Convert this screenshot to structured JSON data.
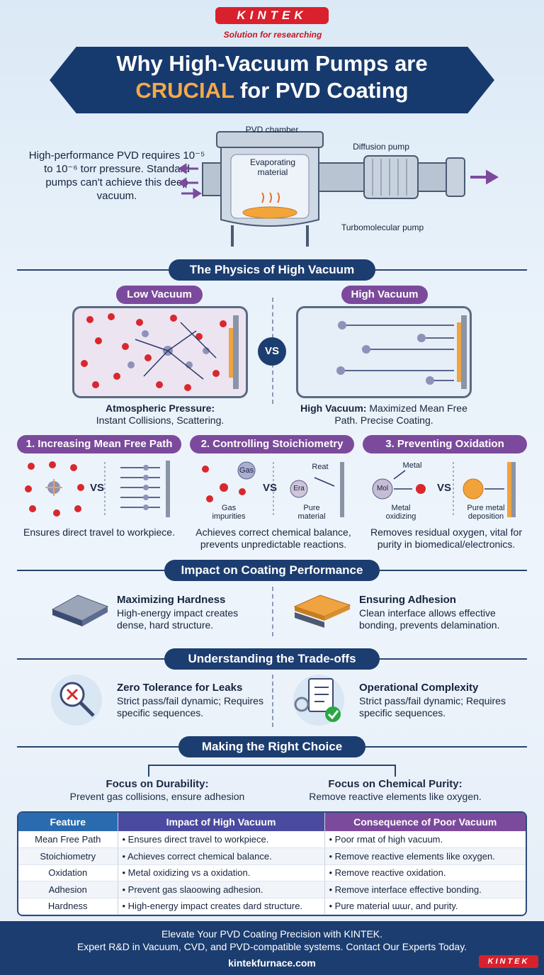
{
  "brand": {
    "logo": "KINTEK",
    "tagline": "Solution for researching"
  },
  "title": {
    "line1": "Why High-Vacuum Pumps are",
    "accent": "CRUCIAL",
    "line2_rest": " for PVD Coating"
  },
  "intro": {
    "text": "High-performance PVD requires 10⁻⁵ to 10⁻⁶ torr pressure. Standard pumps can't achieve this deep vacuum.",
    "chamber_label": "PVD chamber",
    "material_label": "Evaporating material",
    "diffusion_label": "Diffusion pump",
    "turbo_label": "Turbomolecular pump"
  },
  "physics": {
    "header": "The Physics of High Vacuum",
    "low": {
      "label": "Low Vacuum",
      "caption_bold": "Atmospheric Pressure:",
      "caption": "Instant Collisions, Scattering."
    },
    "high": {
      "label": "High Vacuum",
      "caption_bold": "High Vacuum:",
      "caption": "Maximized Mean Free Path. Precise Coating."
    },
    "vs": "VS"
  },
  "effects": [
    {
      "label": "1. Increasing Mean Free Path",
      "caption": "Ensures direct travel to workpiece.",
      "vs": "VS"
    },
    {
      "label": "2. Controlling Stoichiometry",
      "caption": "Achieves correct chemical balance, prevents unpredictable reactions.",
      "vs": "VS",
      "gas": "Gas",
      "gas_impurities": "Gas impurities",
      "reat": "Reat",
      "era": "Era",
      "pure": "Pure material"
    },
    {
      "label": "3. Preventing Oxidation",
      "caption": "Removes residual oxygen, vital for purity in biomedical/electronics.",
      "vs": "VS",
      "metal": "Metal",
      "mol": "Mol",
      "oxidizing": "Metal oxidizing",
      "deposition": "Pure metal deposition"
    }
  ],
  "impact": {
    "header": "Impact on Coating Performance",
    "items": [
      {
        "title": "Maximizing Hardness",
        "desc": "High-energy impact creates dense, hard structure."
      },
      {
        "title": "Ensuring Adhesion",
        "desc": "Clean interface allows effective bonding, prevents delamination."
      }
    ]
  },
  "tradeoffs": {
    "header": "Understanding the Trade-offs",
    "items": [
      {
        "title": "Zero Tolerance for Leaks",
        "desc": "Strict pass/fail dynamic; Requires specific sequences."
      },
      {
        "title": "Operational Complexity",
        "desc": "Strict pass/fail dynamic; Requires specific sequences."
      }
    ]
  },
  "choice": {
    "header": "Making the Right Choice",
    "left": {
      "title": "Focus on Durability:",
      "desc": "Prevent gas collisions, ensure adhesion"
    },
    "right": {
      "title": "Focus on Chemical Purity:",
      "desc": "Remove reactive elements like oxygen."
    }
  },
  "table": {
    "headers": [
      "Feature",
      "Impact of High Vacuum",
      "Consequence of Poor Vacuum"
    ],
    "rows": [
      [
        "Mean Free Path",
        "• Ensures direct travel to workpiece.",
        "• Poor rmat of high vacuum."
      ],
      [
        "Stoichiometry",
        "• Achieves correct chemical balance.",
        "• Remove reactive elements like oxygen."
      ],
      [
        "Oxidation",
        "• Metal oxidizing vs a oxidation.",
        "• Remove reactive oxidation."
      ],
      [
        "Adhesion",
        "• Prevent gas slaoowing adhesion.",
        "• Remove interface effective bonding."
      ],
      [
        "Hardness",
        "• High-energy impact creates dard structure.",
        "• Pure material ɯɯɾ, and purity."
      ]
    ]
  },
  "footer": {
    "line1": "Elevate Your PVD Coating Precision with KINTEK.",
    "line2": "Expert R&D in Vacuum, CVD, and PVD-compatible systems. Contact Our Experts Today.",
    "url": "kintekfurnace.com",
    "logo": "KINTEK"
  },
  "colors": {
    "navy": "#1c3d70",
    "purple": "#7c4a9c",
    "accent": "#f5a947",
    "brand_red": "#d8212d"
  }
}
